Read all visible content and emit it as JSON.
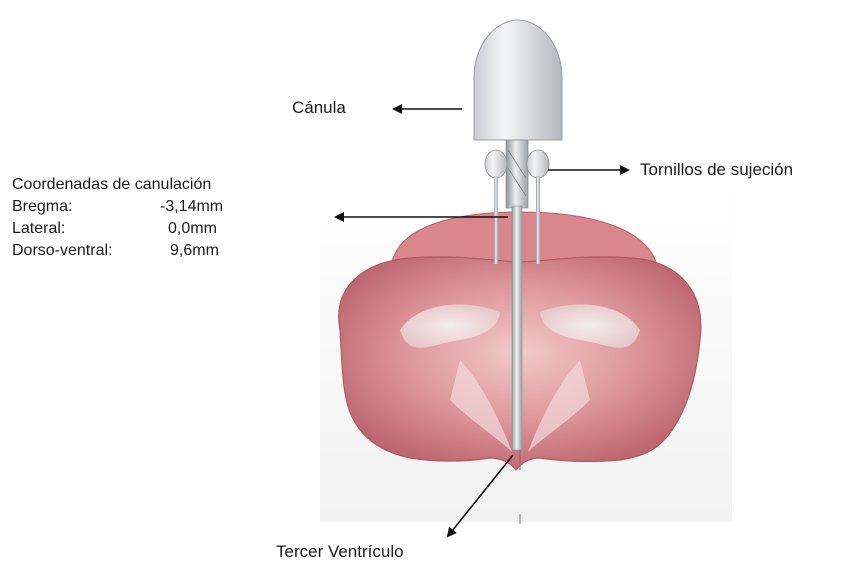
{
  "labels": {
    "canula": "Cánula",
    "tornillos": "Tornillos de sujeción",
    "tercer_ventriculo": "Tercer Ventrículo"
  },
  "coordinates": {
    "title": "Coordenadas de canulación",
    "rows": [
      {
        "name": "Bregma:",
        "value": "-3,14mm"
      },
      {
        "name": "Lateral:",
        "value": "0,0mm"
      },
      {
        "name": "Dorso-ventral:",
        "value": "9,6mm"
      }
    ]
  },
  "colors": {
    "brain": "#d98a8e",
    "brain_light": "#f0c4c4",
    "brain_dark": "#b85f66",
    "tissue_white": "#eef0ee",
    "cannula_cap": "#e4e6e8",
    "cannula_steel": "#b9bec3",
    "arrow": "#111111"
  }
}
